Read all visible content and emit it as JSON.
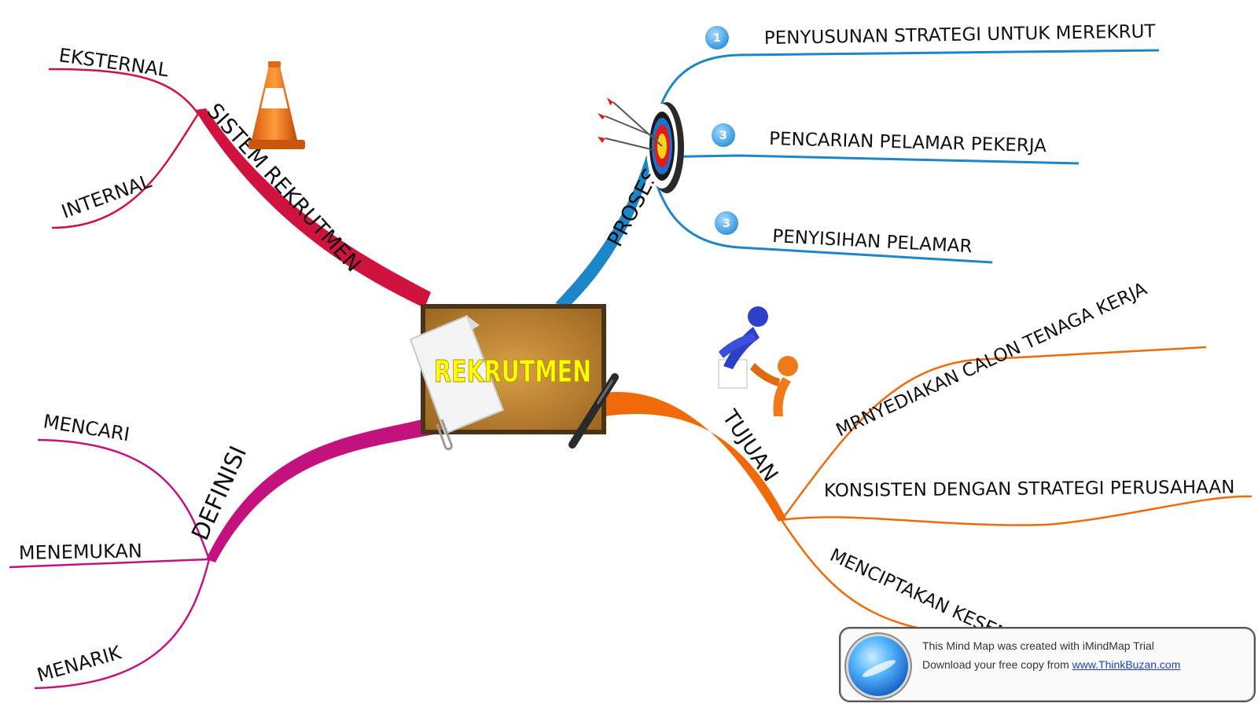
{
  "center": {
    "label": "REKRUTMEN"
  },
  "branches": {
    "sistem": {
      "label": "SISTEM REKRUTMEN",
      "color": "#d0123f",
      "children": [
        "EKSTERNAL",
        "INTERNAL"
      ]
    },
    "proses": {
      "label": "PROSES",
      "color": "#1c86c8",
      "children": [
        {
          "number": "1",
          "label": "PENYUSUNAN STRATEGI  UNTUK MEREKRUT"
        },
        {
          "number": "3",
          "label": "PENCARIAN PELAMAR PEKERJA"
        },
        {
          "number": "3",
          "label": "PENYISIHAN PELAMAR"
        }
      ]
    },
    "definisi": {
      "label": "DEFINISI",
      "color": "#c3127e",
      "children": [
        "MENCARI",
        "MENEMUKAN",
        "MENARIK"
      ]
    },
    "tujuan": {
      "label": "TUJUAN",
      "color": "#f06a0a",
      "children": [
        "MRNYEDIAKAN CALON TENAGA KERJA",
        "KONSISTEN DENGAN STRATEGI PERUSAHAAN",
        "MENCIPTAKAN KESEMPATAN KERJA"
      ]
    }
  },
  "icons": [
    "traffic-cone-icon",
    "archery-target-icon",
    "people-handshake-icon",
    "corkboard-icon",
    "paper-note-icon",
    "pen-icon",
    "paperclip-icon"
  ],
  "banner": {
    "line1": "This Mind Map was created with iMindMap Trial",
    "line2_prefix": "Download your free copy from ",
    "link": "www.ThinkBuzan.com"
  }
}
